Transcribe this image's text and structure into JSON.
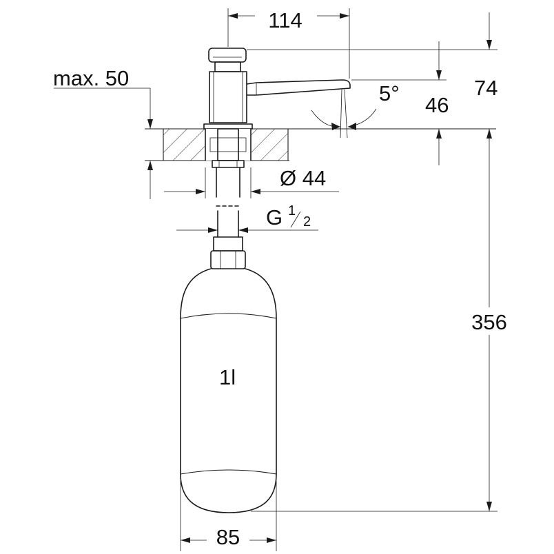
{
  "dimensions": {
    "spout_reach": "114",
    "max_deck": "max. 50",
    "total_height": "74",
    "spout_height": "46",
    "angle": "5°",
    "hole_diameter": "Ø 44",
    "thread_prefix": "G",
    "thread_num": "1",
    "thread_den": "2",
    "bottle_depth": "356",
    "bottle_width": "85"
  },
  "bottle": {
    "volume": "1l"
  }
}
